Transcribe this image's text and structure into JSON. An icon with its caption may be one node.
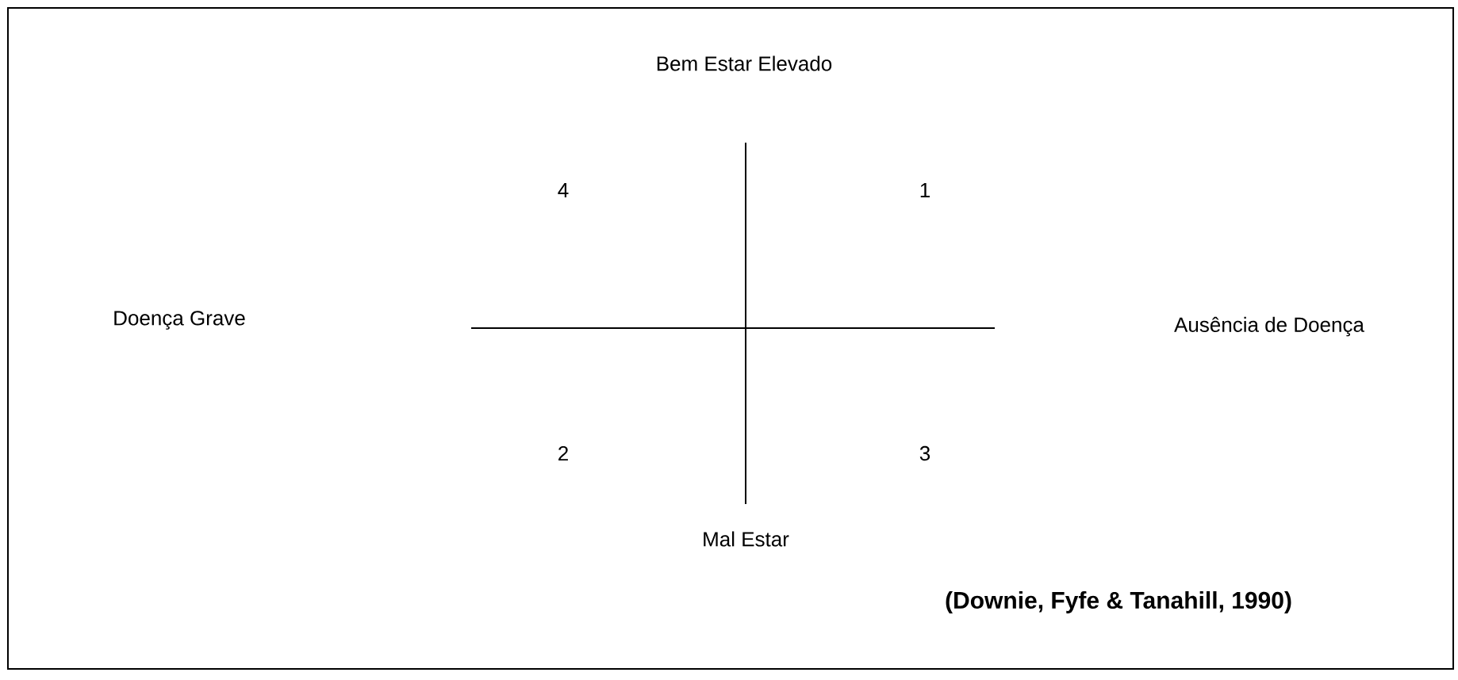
{
  "diagram": {
    "labels": [
      "Bem Estar Elevado",
      "4",
      "1",
      "Doença Grave",
      "Ausência de Doença",
      "2",
      "3",
      "Mal Estar",
      "(Downie, Fyfe & Tanahill, 1990)"
    ]
  }
}
